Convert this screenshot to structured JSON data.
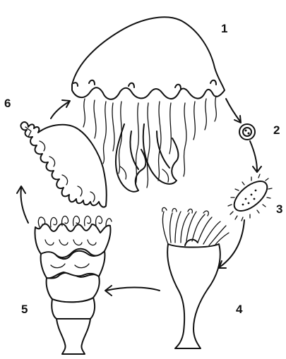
{
  "diagram": {
    "labels": {
      "stage1": "1",
      "stage2": "2",
      "stage3": "3",
      "stage4": "4",
      "stage5": "5",
      "stage6": "6"
    }
  }
}
